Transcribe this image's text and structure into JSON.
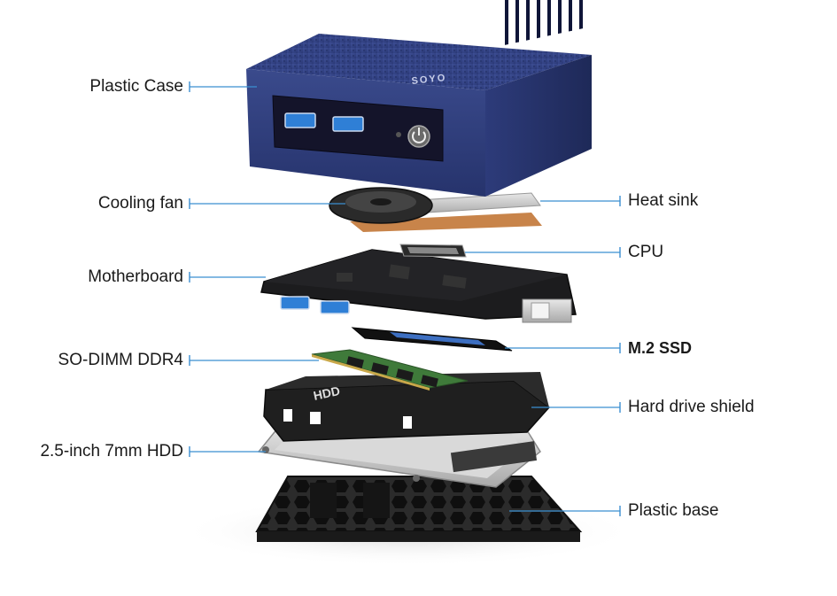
{
  "labels": {
    "plastic_case": "Plastic Case",
    "cooling_fan": "Cooling fan",
    "motherboard": "Motherboard",
    "so_dimm": "SO-DIMM DDR4",
    "hdd": "2.5-inch 7mm HDD",
    "heat_sink": "Heat sink",
    "cpu": "CPU",
    "m2_ssd": "M.2 SSD",
    "hard_drive_shield": "Hard drive shield",
    "plastic_base": "Plastic base"
  },
  "case_text": {
    "brand": "SOYO"
  },
  "shield_text": {
    "hdd_mark": "HDD"
  },
  "colors": {
    "leader_line": "#3b8fd1",
    "case_body": "#2c3a78",
    "case_front": "#1e2a5e",
    "usb_port": "#2f7fd6",
    "pcb": "#1c1c1e",
    "ram_green": "#3f7a3a",
    "copper": "#c8844a"
  },
  "icons": {
    "power": "power-icon",
    "usb": "usb-port-icon"
  }
}
